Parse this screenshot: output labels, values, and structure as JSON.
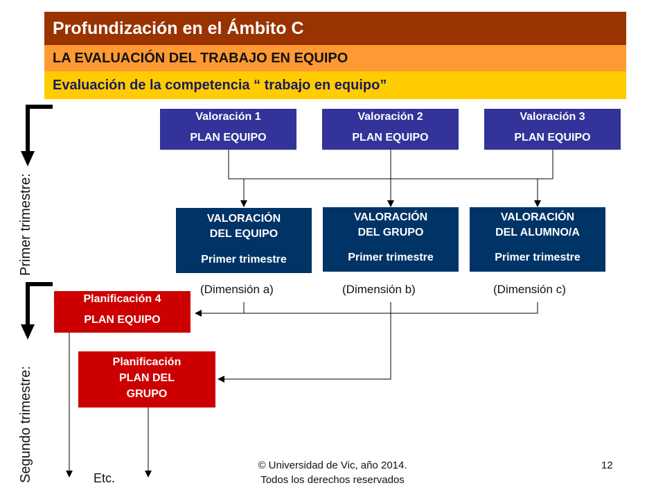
{
  "header": {
    "title": "Profundización en el Ámbito C",
    "subtitle": "LA EVALUACIÓN DEL TRABAJO EN EQUIPO",
    "subtitle2": "Evaluación de la competencia “ trabajo en equipo”"
  },
  "valoraciones": [
    {
      "label": "Valoración 1",
      "sub": "PLAN EQUIPO"
    },
    {
      "label": "Valoración 2",
      "sub": "PLAN EQUIPO"
    },
    {
      "label": "Valoración 3",
      "sub": "PLAN EQUIPO"
    }
  ],
  "summaries": [
    {
      "line1": "VALORACIÓN",
      "line2": "DEL EQUIPO",
      "line3": "Primer trimestre",
      "dimension": "(Dimensión a)"
    },
    {
      "line1": "VALORACIÓN",
      "line2": "DEL GRUPO",
      "line3": "Primer trimestre",
      "dimension": "(Dimensión b)"
    },
    {
      "line1": "VALORACIÓN",
      "line2": "DEL ALUMNO/A",
      "line3": "Primer trimestre",
      "dimension": "(Dimensión c)"
    }
  ],
  "planificacion4": {
    "label": "Planificación 4",
    "sub": "PLAN EQUIPO"
  },
  "planificacion_grupo": {
    "line1": "Planificación",
    "line2": "PLAN DEL",
    "line3": "GRUPO"
  },
  "side_labels": {
    "first": "Primer trimestre:",
    "second": "Segundo trimestre:"
  },
  "etc": "Etc.",
  "footer": {
    "line1": "© Universidad de Vic, año 2014.",
    "line2": "Todos los derechos reservados",
    "page": "12"
  },
  "colors": {
    "band_dark": "#993300",
    "band_orange": "#ff9933",
    "band_yellow": "#ffcc00",
    "box_purple": "#333399",
    "box_navy": "#003366",
    "box_red": "#cc0000"
  }
}
